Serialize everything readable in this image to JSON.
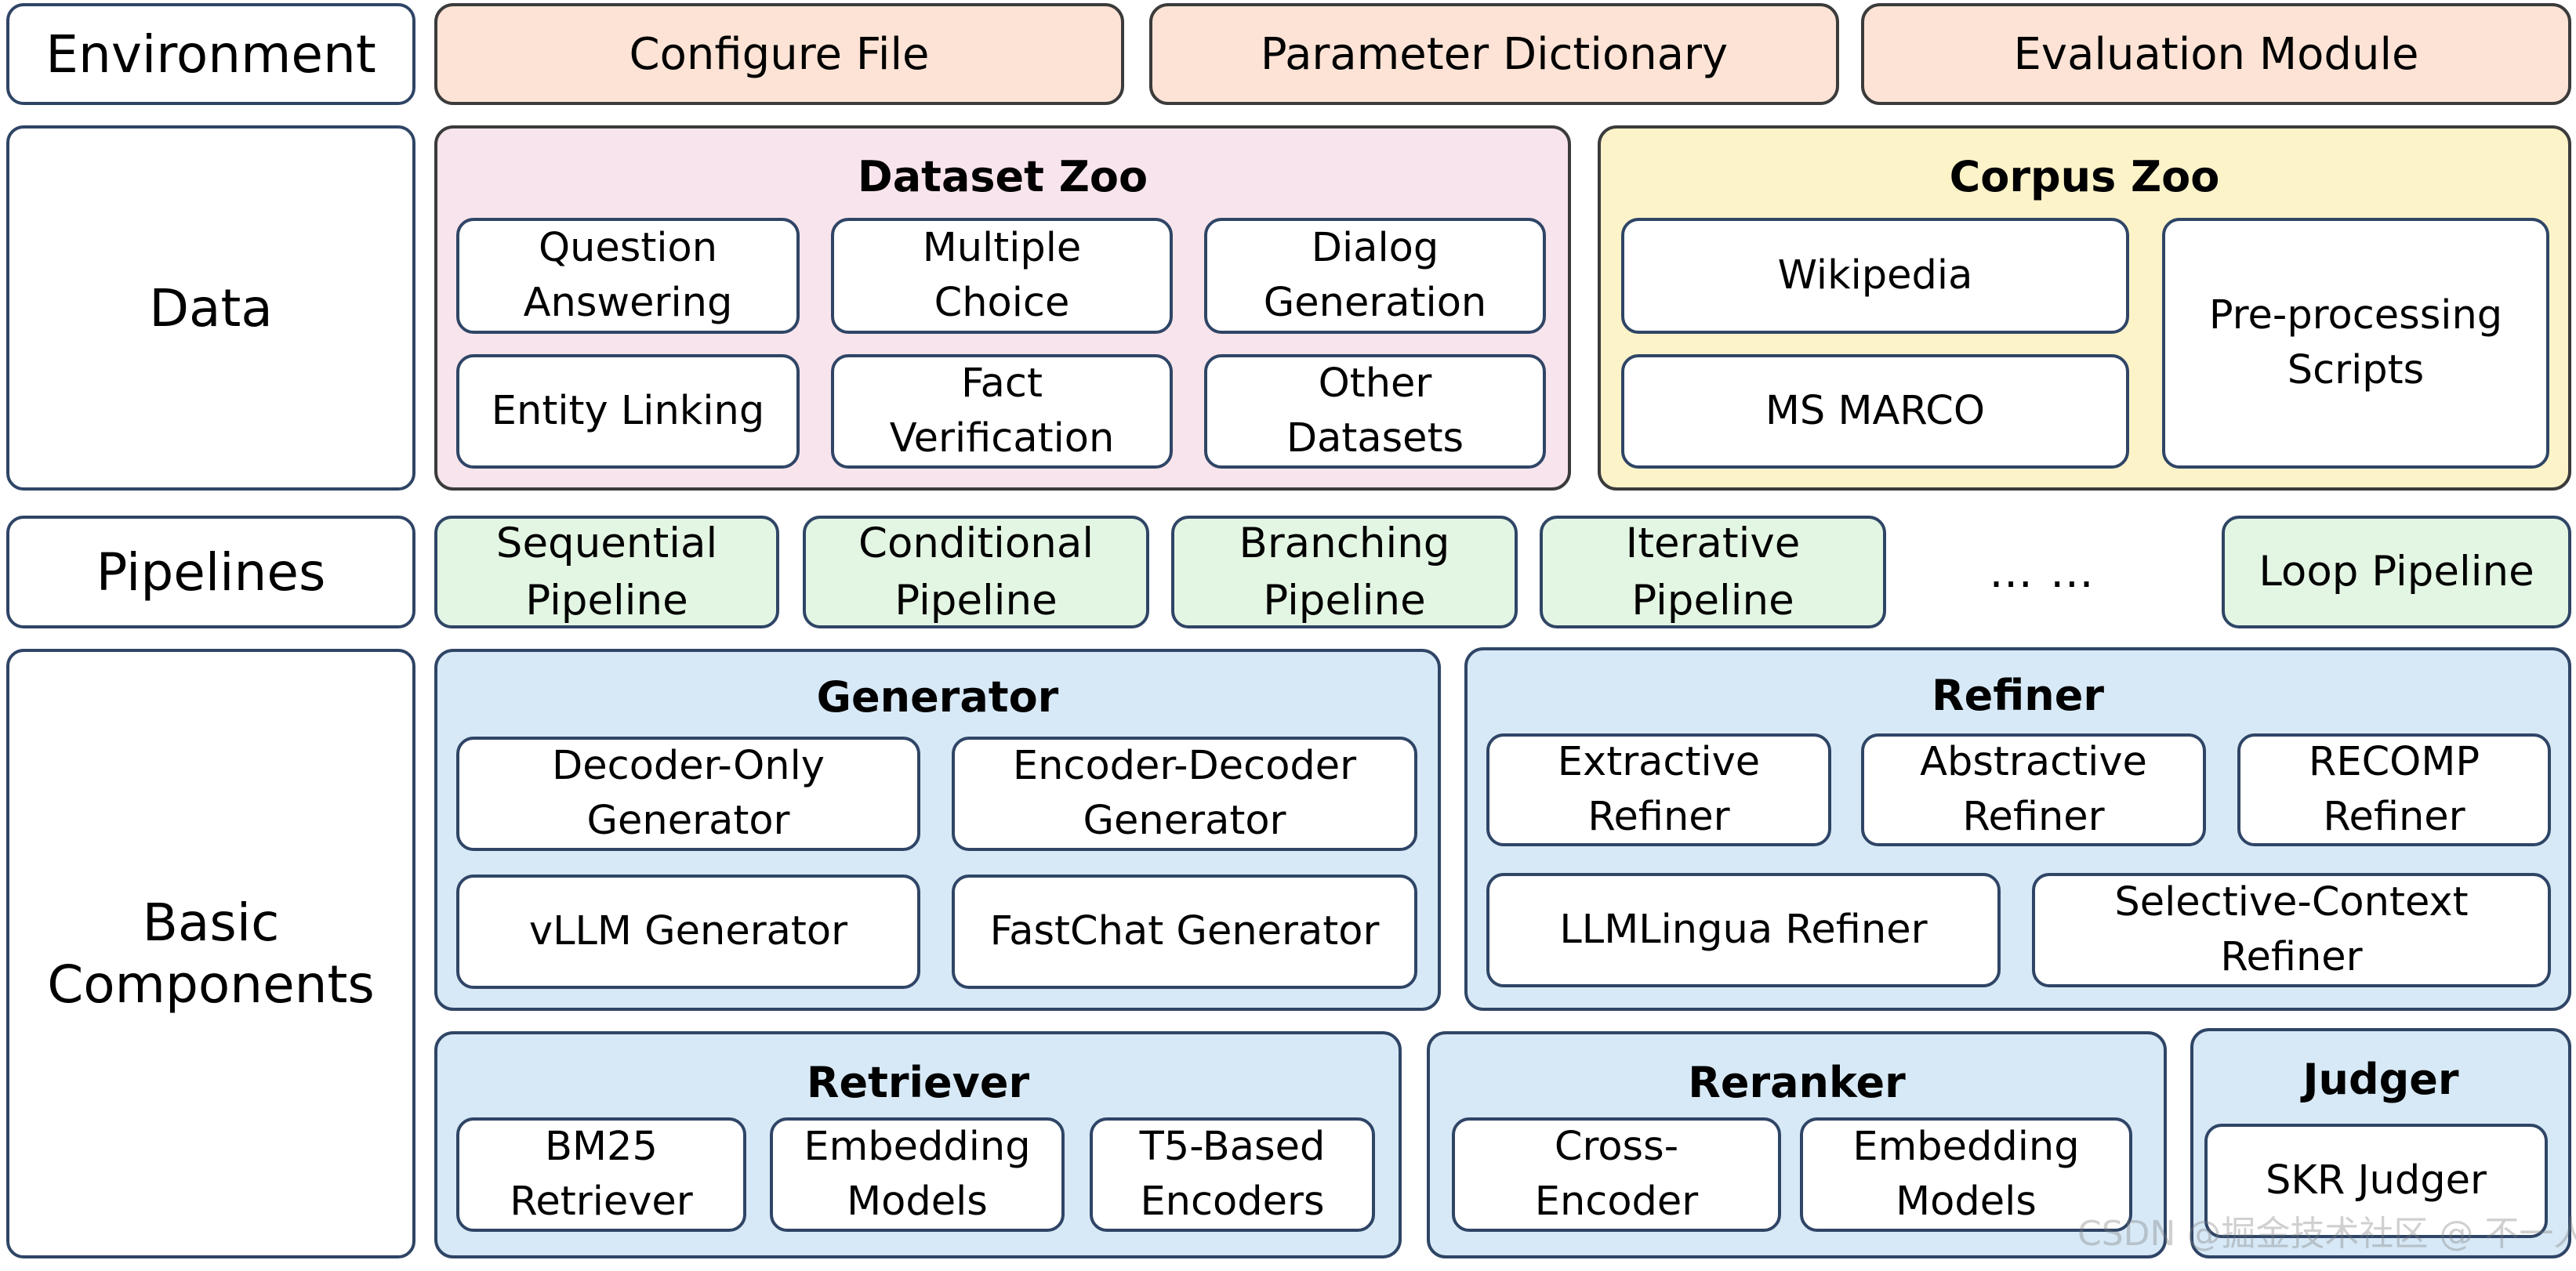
{
  "rows": {
    "environment": "Environment",
    "data": "Data",
    "pipelines": "Pipelines",
    "basic_components_line1": "Basic",
    "basic_components_line2": "Components"
  },
  "environment": {
    "configure_file": "Configure File",
    "parameter_dictionary": "Parameter Dictionary",
    "evaluation_module": "Evaluation Module"
  },
  "dataset_zoo": {
    "title": "Dataset Zoo",
    "question_answering": [
      "Question",
      "Answering"
    ],
    "multiple_choice": [
      "Multiple",
      "Choice"
    ],
    "dialog_generation": [
      "Dialog",
      "Generation"
    ],
    "entity_linking": "Entity Linking",
    "fact_verification": [
      "Fact",
      "Verification"
    ],
    "other_datasets": [
      "Other",
      "Datasets"
    ]
  },
  "corpus_zoo": {
    "title": "Corpus Zoo",
    "wikipedia": "Wikipedia",
    "ms_marco": "MS MARCO",
    "preprocessing": [
      "Pre-processing",
      "Scripts"
    ]
  },
  "pipelines": {
    "sequential": [
      "Sequential",
      "Pipeline"
    ],
    "conditional": [
      "Conditional",
      "Pipeline"
    ],
    "branching": [
      "Branching",
      "Pipeline"
    ],
    "iterative": [
      "Iterative",
      "Pipeline"
    ],
    "ellipsis": "… …",
    "loop": "Loop Pipeline"
  },
  "generator": {
    "title": "Generator",
    "decoder_only": [
      "Decoder-Only",
      "Generator"
    ],
    "encoder_decoder": [
      "Encoder-Decoder",
      "Generator"
    ],
    "vllm": "vLLM Generator",
    "fastchat": "FastChat Generator"
  },
  "refiner": {
    "title": "Refiner",
    "extractive": [
      "Extractive",
      "Refiner"
    ],
    "abstractive": [
      "Abstractive",
      "Refiner"
    ],
    "recomp": [
      "RECOMP",
      "Refiner"
    ],
    "llmlingua": "LLMLingua Refiner",
    "selective_context": [
      "Selective-Context",
      "Refiner"
    ]
  },
  "retriever": {
    "title": "Retriever",
    "bm25": [
      "BM25",
      "Retriever"
    ],
    "embedding_models": [
      "Embedding",
      "Models"
    ],
    "t5_based": [
      "T5-Based",
      "Encoders"
    ]
  },
  "reranker": {
    "title": "Reranker",
    "cross_encoder": [
      "Cross-",
      "Encoder"
    ],
    "embedding_models": [
      "Embedding",
      "Models"
    ]
  },
  "judger": {
    "title": "Judger",
    "skr": "SKR Judger"
  },
  "watermark": "CSDN @掘金技术社区 @ 不一人工智能"
}
